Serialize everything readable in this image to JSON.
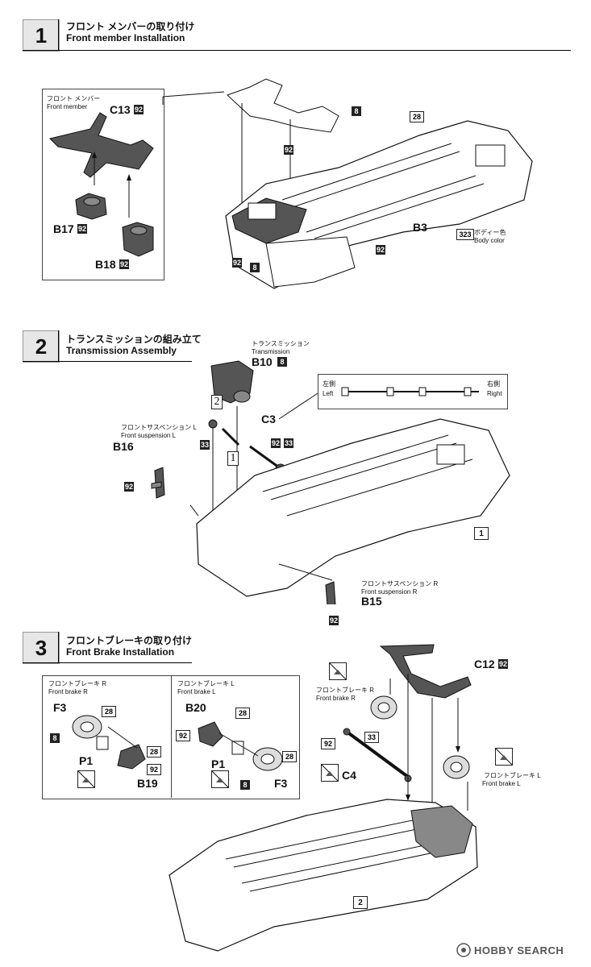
{
  "steps": [
    {
      "num": "1",
      "title_jp": "フロント メンバーの取り付け",
      "title_en": "Front member Installation"
    },
    {
      "num": "2",
      "title_jp": "トランスミッションの組み立て",
      "title_en": "Transmission Assembly"
    },
    {
      "num": "3",
      "title_jp": "フロントブレーキの取り付け",
      "title_en": "Front Brake Installation"
    }
  ],
  "step1": {
    "inset_label_jp": "フロント メンバー",
    "inset_label_en": "Front member",
    "parts": {
      "c13": "C13",
      "b17": "B17",
      "b18": "B18",
      "b3": "B3"
    },
    "codes": {
      "c13": "92",
      "b17": "92",
      "b18": "92",
      "eight_top": "8",
      "twentyeight": "28",
      "ninetytwo_a": "92",
      "ninetytwo_b": "92",
      "ninetytwo_c": "92",
      "eight_bottom": "8",
      "body_code": "323"
    },
    "body_color_jp": "ボディー色",
    "body_color_en": "Body color"
  },
  "step2": {
    "transmission_jp": "トランスミッション",
    "transmission_en": "Transmission",
    "b10": "B10",
    "b10_code": "8",
    "c3": "C3",
    "callout_2": "2",
    "callout_1": "1",
    "code_33a": "33",
    "code_33b": "33",
    "code_92a": "92",
    "fsusp_l_jp": "フロントサスペンション L",
    "fsusp_l_en": "Front suspension L",
    "b16": "B16",
    "b16_code": "92",
    "left_jp": "左側",
    "left_en": "Left",
    "right_jp": "右側",
    "right_en": "Right",
    "ref_1": "1",
    "fsusp_r_jp": "フロントサスペンション R",
    "fsusp_r_en": "Front suspension R",
    "b15": "B15",
    "b15_code": "92"
  },
  "step3": {
    "brake_r_jp": "フロントブレーキ R",
    "brake_r_en": "Front brake R",
    "brake_l_jp": "フロントブレーキ L",
    "brake_l_en": "Front brake L",
    "f3": "F3",
    "p1": "P1",
    "b19": "B19",
    "b20": "B20",
    "c4": "C4",
    "c12": "C12",
    "c12_code": "92",
    "code_28": "28",
    "code_92": "92",
    "code_8": "8",
    "code_33": "33",
    "ref_2": "2"
  },
  "watermark": "HOBBY SEARCH"
}
